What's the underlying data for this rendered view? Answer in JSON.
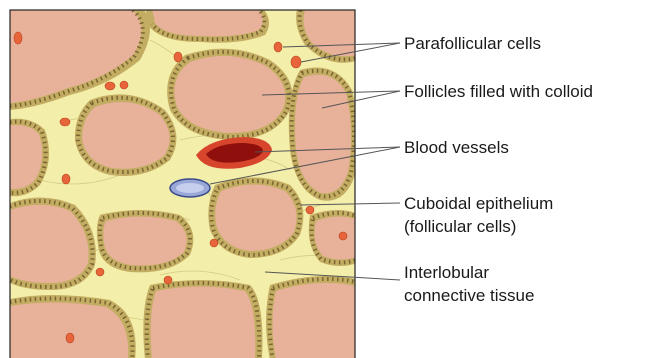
{
  "labels": {
    "parafollicular": "Parafollicular cells",
    "follicles": "Follicles filled with colloid",
    "blood_vessels": "Blood vessels",
    "cuboidal_line1": "Cuboidal epithelium",
    "cuboidal_line2": "(follicular cells)",
    "interlobular_line1": "Interlobular",
    "interlobular_line2": "connective tissue"
  },
  "colors": {
    "connective_tissue": "#f3eeaa",
    "colloid": "#e8b19a",
    "epithelium": "#c3ad63",
    "parafollicular_cells": "#e8643a",
    "blood_vessel_wall": "#d8452d",
    "blood_vessel_lumen": "#8e0f0c",
    "vein": "#9aa8d8",
    "leader_lines": "#555555",
    "border": "#222222"
  }
}
